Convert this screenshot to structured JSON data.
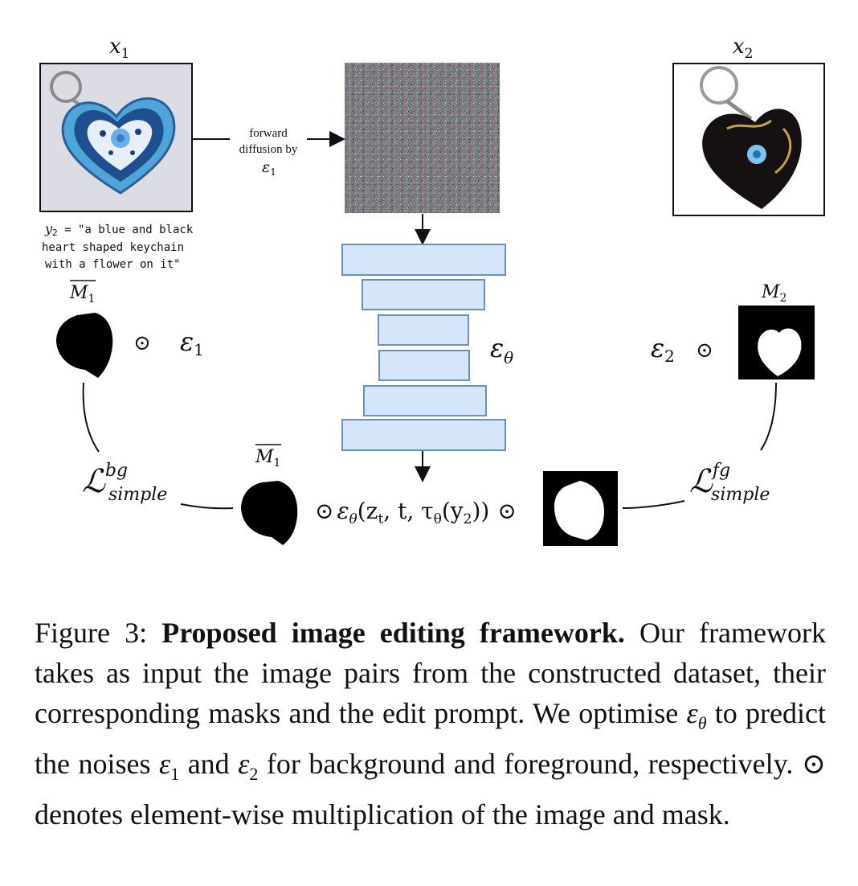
{
  "figure": {
    "x1_label": "x",
    "x1_sub": "1",
    "x2_label": "x",
    "x2_sub": "2",
    "arrow_label_line1": "forward",
    "arrow_label_line2": "diffusion by",
    "arrow_label_line3": "ε",
    "arrow_label_line3_sub": "1",
    "prompt_y": "y",
    "prompt_y_sub": "2",
    "prompt_eq": " = ",
    "prompt_line1": "\"a blue and black",
    "prompt_line2": "heart shaped keychain",
    "prompt_line3": "with a flower on it\"",
    "m1bar_label": "M",
    "m1bar_sub": "1",
    "m2_label": "M",
    "m2_sub": "2",
    "odot": "⊙",
    "eps1": "ε",
    "eps1_sub": "1",
    "eps2": "ε",
    "eps2_sub": "2",
    "eps_theta": "ε",
    "eps_theta_sub": "θ",
    "loss_bg": "ℒ",
    "loss_bg_sup": "bg",
    "loss_bg_sub": "simple",
    "loss_fg": "ℒ",
    "loss_fg_sup": "fg",
    "loss_fg_sub": "simple",
    "model_expr_eps": "ε",
    "model_expr_sub": "θ",
    "model_expr_rest": "(z",
    "model_expr_zt_sub": "t",
    "model_expr_mid": ", t, τ",
    "model_expr_tau_sub": "θ",
    "model_expr_y": "(y",
    "model_expr_y_sub": "2",
    "model_expr_end": "))",
    "colors": {
      "unet_fill": "#d6e6fa",
      "unet_stroke": "#6a8fc4",
      "ink": "#111111"
    }
  },
  "caption": {
    "prefix": "Figure 3: ",
    "title": "Proposed image editing framework.",
    "body_a": " Our framework takes as input the image pairs from the constructed dataset, their corresponding masks and the edit prompt. We optimise ",
    "eps_theta": "ε",
    "eps_theta_sub": "θ",
    "body_b": " to predict the noises ",
    "eps1": "ε",
    "eps1_sub": "1",
    "body_c": " and ",
    "eps2": "ε",
    "eps2_sub": "2",
    "body_d": " for background and foreground, respectively. ",
    "odot": "⊙",
    "body_e": " denotes element-wise multiplication of the image and mask."
  }
}
